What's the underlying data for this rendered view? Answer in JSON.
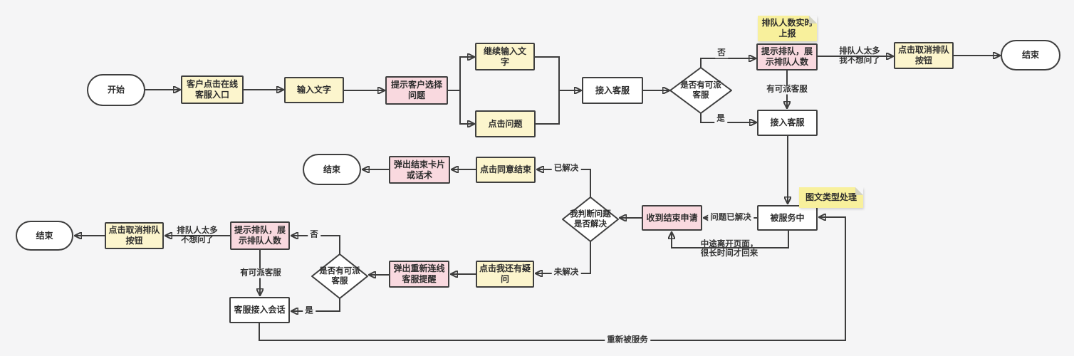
{
  "colors": {
    "canvas": "#f5f5f6",
    "process_yellow": "#fcf5cd",
    "process_pink": "#f9d9df",
    "process_white": "#ffffff",
    "sticky_yellow": "#f8f09c",
    "line": "#3d3d3d",
    "border": "#3f3f3f"
  },
  "nodes": {
    "start": "开始",
    "customer_click_entry": "客户点击在线\n客服入口",
    "input_text": "输入文字",
    "prompt_select_question": "提示客户选择\n问题",
    "continue_input_text": "继续输入文\n字",
    "click_question": "点击问题",
    "connect_agent_1": "接入客服",
    "decision_agent_top": "是否有可派\n客服",
    "sticky_queue_report": "排队人数实时\n上报",
    "prompt_queue_top": "提示排队，展\n示排队人数",
    "click_cancel_queue_top": "点击取消排队\n按钮",
    "end_top": "结束",
    "connect_agent_2": "接入客服",
    "being_served": "被服务中",
    "sticky_media_type": "图文类型处理",
    "receive_end_request": "收到结束申请",
    "decision_solved": "我判断问题\n是否解决",
    "click_agree_end": "点击同意结束",
    "popup_end_card": "弹出结束卡片\n或话术",
    "end_mid": "结束",
    "click_more_question": "点击我还有疑\n问",
    "popup_reconnect": "弹出重新连线\n客服提醒",
    "decision_agent_bottom": "是否有可派\n客服",
    "prompt_queue_bottom": "提示排队，展\n示排队人数",
    "click_cancel_queue_bottom": "点击取消排队\n按钮",
    "end_bottom": "结束",
    "agent_join_session": "客服接入会话"
  },
  "edge_labels": {
    "no_top": "否",
    "yes_top": "是",
    "queue_too_many_top": "排队人太多\n我不想问了",
    "agent_available_top": "有可派客服",
    "problem_solved": "问题已解决",
    "left_page_long_time": "中途离开页面，\n很长时间才回来",
    "solved": "已解决",
    "unsolved": "未解决",
    "no_bottom": "否",
    "yes_bottom": "是",
    "queue_too_many_bottom": "排队人太多\n不想问了",
    "agent_available_bottom": "有可派客服",
    "re_served": "重新被服务"
  }
}
